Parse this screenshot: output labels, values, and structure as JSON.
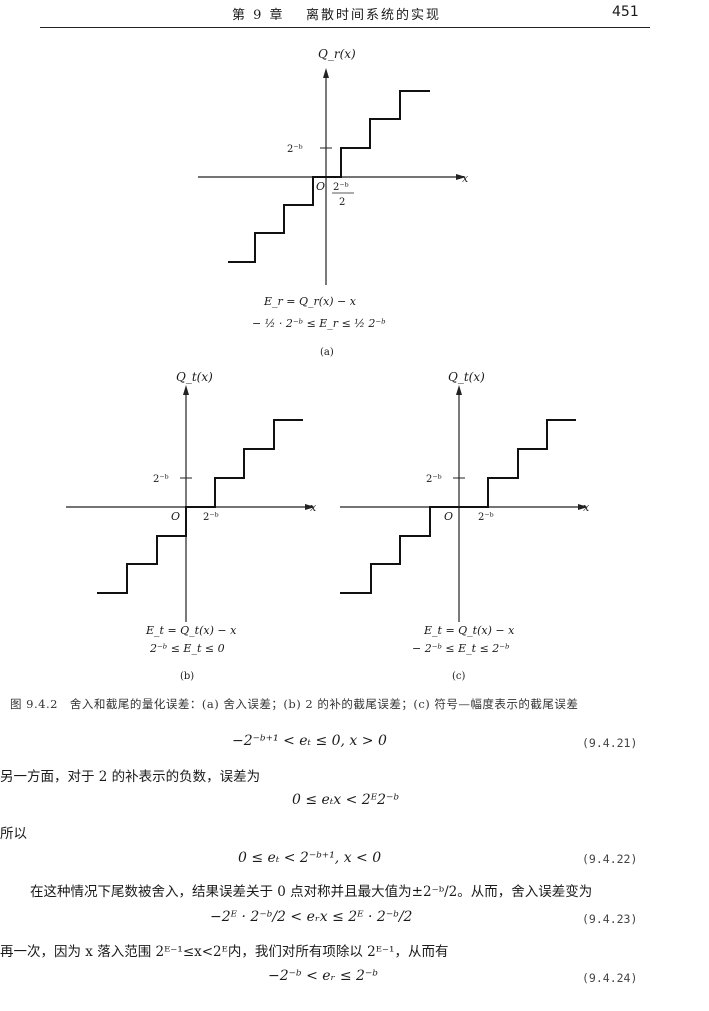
{
  "header": {
    "chapter": "第 9 章",
    "title": "离散时间系统的实现",
    "page_number": "451"
  },
  "figure": {
    "a": {
      "ylabel": "Q_r(x)",
      "tick_y": "2⁻ᵇ",
      "tick_x_num": "2⁻ᵇ",
      "tick_x_den": "2",
      "origin": "O",
      "xlabel": "x",
      "eq1": "E_r = Q_r(x) − x",
      "eq2": "− ½ · 2⁻ᵇ ≤ E_r ≤ ½ 2⁻ᵇ",
      "label": "(a)"
    },
    "b": {
      "ylabel": "Q_t(x)",
      "tick_y": "2⁻ᵇ",
      "tick_x": "2⁻ᵇ",
      "origin": "O",
      "xlabel": "x",
      "eq1": "E_t = Q_t(x) − x",
      "eq2": "2⁻ᵇ ≤ E_t ≤ 0",
      "label": "(b)"
    },
    "c": {
      "ylabel": "Q_t(x)",
      "tick_y": "2⁻ᵇ",
      "tick_x": "2⁻ᵇ",
      "origin": "O",
      "xlabel": "x",
      "eq1": "E_t = Q_t(x) − x",
      "eq2": "− 2⁻ᵇ ≤ E_t ≤ 2⁻ᵇ",
      "label": "(c)"
    },
    "caption": "图 9.4.2　舍入和截尾的量化误差：(a) 舍入误差；(b) 2 的补的截尾误差；(c) 符号—幅度表示的截尾误差"
  },
  "body": {
    "eq_9_4_21": "−2⁻ᵇ⁺¹ < eₜ ≤ 0,        x > 0",
    "eq_9_4_21_num": "(9.4.21)",
    "para1": "另一方面，对于 2 的补表示的负数，误差为",
    "eq_mid": "0 ≤ eₜx < 2ᴱ2⁻ᵇ",
    "para2": "所以",
    "eq_9_4_22": "0 ≤ eₜ < 2⁻ᵇ⁺¹,        x < 0",
    "eq_9_4_22_num": "(9.4.22)",
    "para3": "在这种情况下尾数被舍入，结果误差关于 0 点对称并且最大值为±2⁻ᵇ/2。从而，舍入误差变为",
    "eq_9_4_23": "−2ᴱ · 2⁻ᵇ/2 < eᵣx ≤ 2ᴱ · 2⁻ᵇ/2",
    "eq_9_4_23_num": "(9.4.23)",
    "para4": "再一次，因为 x 落入范围 2ᴱ⁻¹≤x<2ᴱ内，我们对所有项除以 2ᴱ⁻¹，从而有",
    "eq_9_4_24": "−2⁻ᵇ < eᵣ ≤ 2⁻ᵇ",
    "eq_9_4_24_num": "(9.4.24)"
  }
}
